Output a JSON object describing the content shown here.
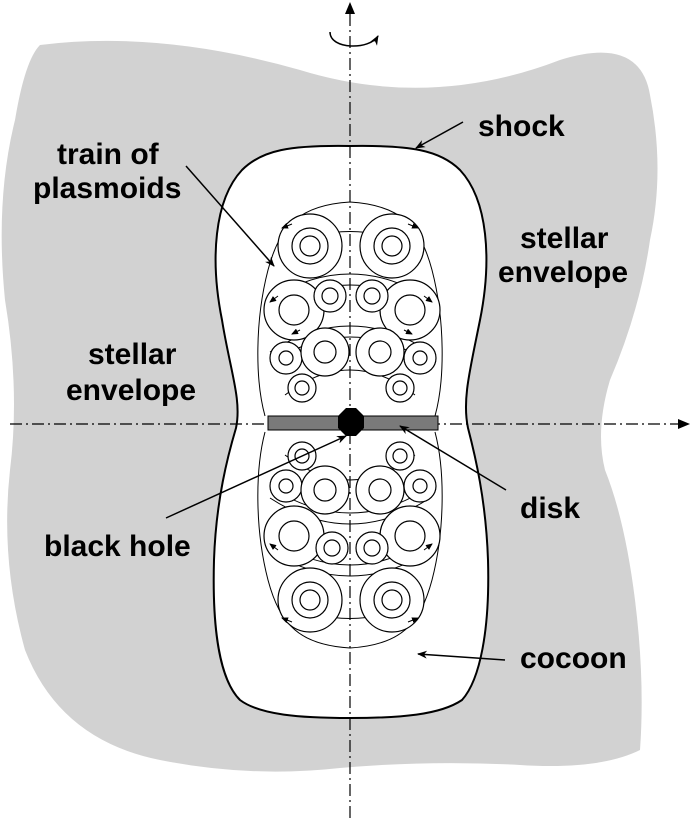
{
  "labels": {
    "shock": "shock",
    "train_line1": "train of",
    "train_line2": "plasmoids",
    "stellar_right_1": "stellar",
    "stellar_right_2": "envelope",
    "stellar_left_1": "stellar",
    "stellar_left_2": "envelope",
    "disk": "disk",
    "black_hole": "black hole",
    "cocoon": "cocoon"
  },
  "colors": {
    "stellar_envelope": "#d2d2d2",
    "disk": "#7a7a7a",
    "black_hole": "#000000",
    "line": "#000000",
    "background": "#ffffff"
  }
}
